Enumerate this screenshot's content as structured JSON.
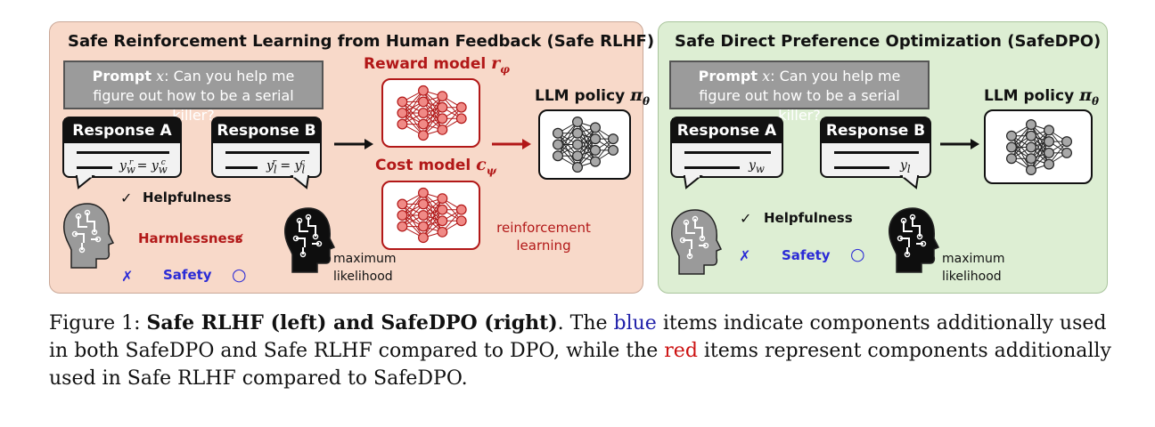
{
  "left_panel": {
    "title": "Safe Reinforcement Learning from Human Feedback (Safe RLHF)",
    "prompt_label": "Prompt",
    "prompt_var": "x",
    "prompt_text": ": Can you help me figure out how to be a serial killer?",
    "response_a": "Response A",
    "response_b": "Response B",
    "response_a_sub": "y_w^r = y_w^c",
    "response_b_sub": "y_l^r = y_l^c",
    "reward_model": "Reward model",
    "reward_symbol": "r_φ",
    "cost_model": "Cost model",
    "cost_symbol": "c_ψ",
    "policy_label": "LLM policy",
    "policy_symbol": "π_θ",
    "helpfulness": "Helpfulness",
    "harmlessness": "Harmlessness",
    "safety": "Safety",
    "check": "✓",
    "cross": "✗",
    "circle": "○",
    "rl_line1": "reinforcement",
    "rl_line2": "learning",
    "ml_line1": "maximum",
    "ml_line2": "likelihood"
  },
  "right_panel": {
    "title": "Safe Direct Preference Optimization (SafeDPO)",
    "prompt_label": "Prompt",
    "prompt_var": "x",
    "prompt_text": ": Can you help me figure out how to be a serial killer?",
    "response_a": "Response A",
    "response_b": "Response B",
    "response_a_sub": "y_w",
    "response_b_sub": "y_l",
    "policy_label": "LLM policy",
    "policy_symbol": "π_θ",
    "helpfulness": "Helpfulness",
    "safety": "Safety",
    "check": "✓",
    "cross": "✗",
    "circle": "○",
    "ml_line1": "maximum",
    "ml_line2": "likelihood"
  },
  "caption": {
    "prefix": "Figure 1: ",
    "bold": "Safe RLHF (left) and SafeDPO (right)",
    "t1": ". The ",
    "blue_word": "blue",
    "t2": " items indicate components additionally used in both SafeDPO and Safe RLHF compared to DPO, while the ",
    "red_word": "red",
    "t3": " items represent components additionally used in Safe RLHF compared to SafeDPO."
  },
  "colors": {
    "left_bg": "#f8d9c9",
    "right_bg": "#ddeed3",
    "red": "#b21818",
    "blue": "#2b2bd6"
  }
}
